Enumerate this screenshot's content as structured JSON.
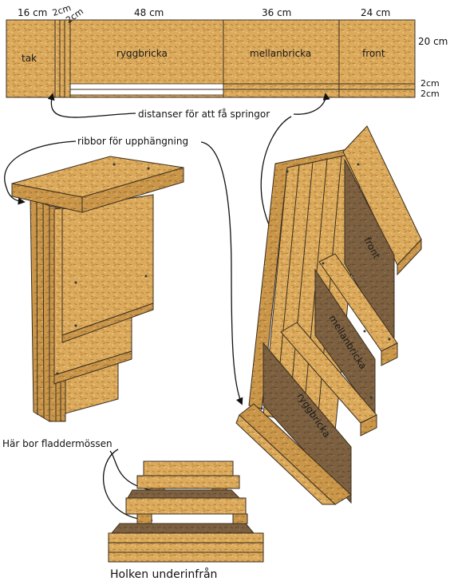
{
  "cut_plan": {
    "widths": {
      "tak": "16 cm",
      "gap1": "2cm",
      "gap2": "2cm",
      "ryggbricka": "48 cm",
      "mellanbricka": "36 cm",
      "front": "24 cm"
    },
    "heights": {
      "board": "20 cm",
      "strip1": "2cm",
      "strip2": "2cm"
    },
    "parts": {
      "tak": "tak",
      "ryggbricka": "ryggbricka",
      "mellanbricka": "mellanbricka",
      "front": "front"
    }
  },
  "annotations": {
    "spacers": "distanser för att få springor",
    "ribs": "ribbor för upphängning",
    "bats_live": "Här bor fladdermössen",
    "bottom_view": "Holken underinfrån"
  },
  "exploded_labels": {
    "front": "front",
    "mellanbricka": "mellanbricka",
    "ryggbricka": "ryggbricka"
  },
  "colors": {
    "osb": "#d9a95a",
    "outline": "#3a2e1f"
  }
}
